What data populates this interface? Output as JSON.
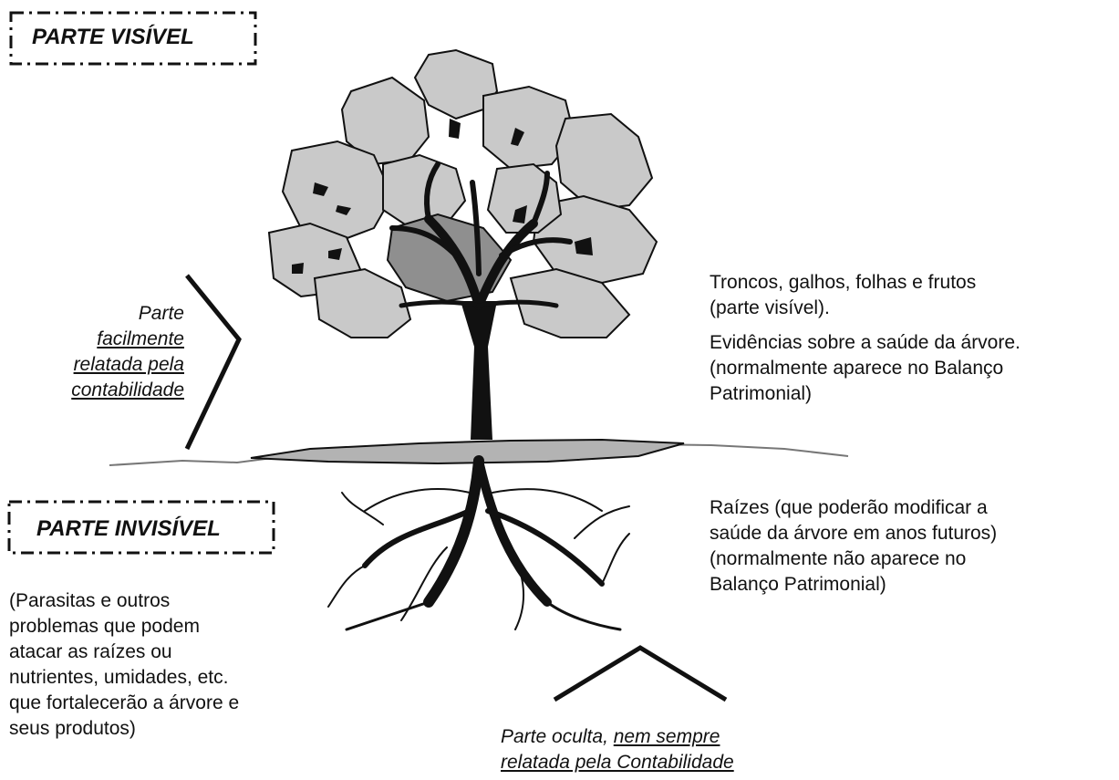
{
  "visible_box": {
    "label": "PARTE VISÍVEL"
  },
  "invisible_box": {
    "label": "PARTE INVISÍVEL"
  },
  "left_note": {
    "line1": "Parte",
    "line2": "facilmente",
    "line3": "relatada pela",
    "line4": "contabilidade"
  },
  "right_top": {
    "line1": "Troncos, galhos, folhas e frutos",
    "line2": "(parte visível).",
    "line3": "Evidências sobre a saúde da árvore.",
    "line4": "(normalmente aparece no Balanço",
    "line5": "Patrimonial)"
  },
  "right_bottom": {
    "line1": "Raízes (que poderão modificar a",
    "line2": "saúde da árvore em anos futuros)",
    "line3": "(normalmente não aparece no",
    "line4": "Balanço Patrimonial)"
  },
  "left_bottom": {
    "line1": "(Parasitas e outros",
    "line2": "problemas que podem",
    "line3": "atacar as raízes ou",
    "line4": "nutrientes, umidades, etc.",
    "line5": "que fortalecerão a árvore e",
    "line6": "seus produtos)"
  },
  "bottom_note": {
    "line1_plain": "Parte oculta, ",
    "line1_under": "nem sempre",
    "line2": "relatada pela Contabilidade"
  }
}
